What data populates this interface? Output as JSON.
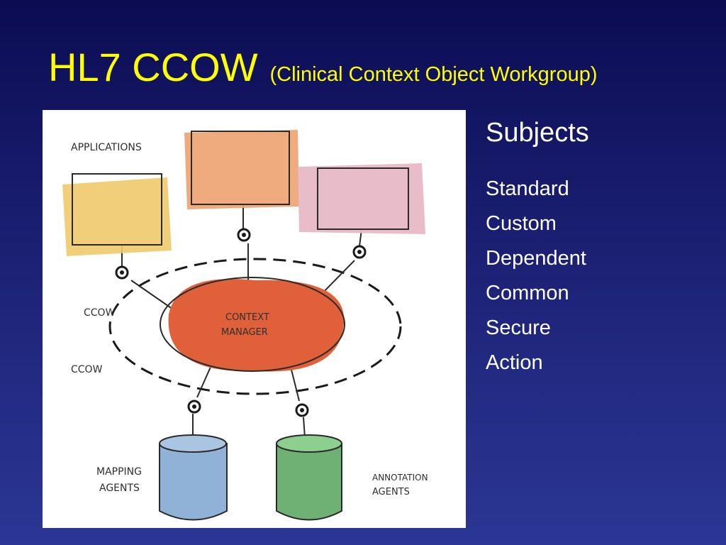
{
  "title": {
    "main": "HL7 CCOW",
    "subtitle": "(Clinical Context Object Workgroup)"
  },
  "diagram": {
    "labels": {
      "applications": "APPLICATIONS",
      "ccow_top": "CCOW",
      "ccow_bottom": "CCOW",
      "context_manager_line1": "CONTEXT",
      "context_manager_line2": "MANAGER",
      "mapping_line1": "MAPPING",
      "mapping_line2": "AGENTS",
      "annotation_line1": "ANNOTATION",
      "annotation_line2": "AGENTS"
    },
    "colors": {
      "app_left": "#efc96a",
      "app_center": "#eda16f",
      "app_right": "#e8b8c6",
      "context_manager": "#e0603a",
      "mapping_agent": "#8fb2d6",
      "annotation_agent": "#6fb174"
    }
  },
  "subjects": {
    "heading": "Subjects",
    "items": [
      "Standard",
      "Custom",
      "Dependent",
      "Common",
      "Secure",
      "Action"
    ]
  }
}
